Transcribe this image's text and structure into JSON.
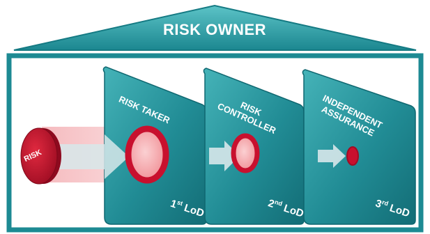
{
  "owner": {
    "title": "RISK OWNER"
  },
  "source": {
    "label": "RISK"
  },
  "lines": [
    {
      "title": "RISK TAKER",
      "lod_num": "1",
      "lod_sup": "st",
      "lod_word": "LoD"
    },
    {
      "title_line1": "RISK",
      "title_line2": "CONTROLLER",
      "lod_num": "2",
      "lod_sup": "nd",
      "lod_word": "LoD"
    },
    {
      "title_line1": "INDEPENDENT",
      "title_line2": "ASSURANCE",
      "lod_num": "3",
      "lod_sup": "rd",
      "lod_word": "LoD"
    }
  ],
  "colors": {
    "teal": "#1f8a94",
    "teal_light": "#3fb1b7",
    "teal_dark": "#0e5a62",
    "risk_red": "#c8102e",
    "ring_pink": "#f2a7aa"
  }
}
